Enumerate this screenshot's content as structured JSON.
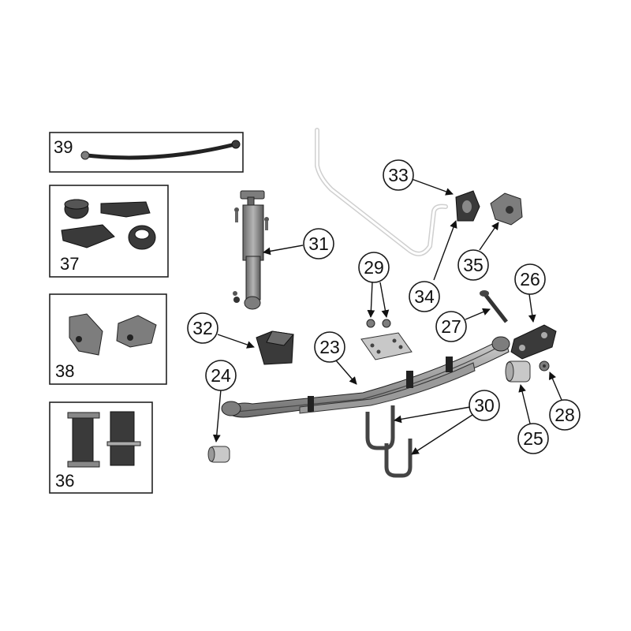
{
  "insets": [
    {
      "label": "39"
    },
    {
      "label": "37"
    },
    {
      "label": "38"
    },
    {
      "label": "36"
    }
  ],
  "callouts": [
    {
      "label": "33"
    },
    {
      "label": "31"
    },
    {
      "label": "35"
    },
    {
      "label": "34"
    },
    {
      "label": "29"
    },
    {
      "label": "26"
    },
    {
      "label": "27"
    },
    {
      "label": "32"
    },
    {
      "label": "23"
    },
    {
      "label": "24"
    },
    {
      "label": "30"
    },
    {
      "label": "28"
    },
    {
      "label": "25"
    }
  ]
}
